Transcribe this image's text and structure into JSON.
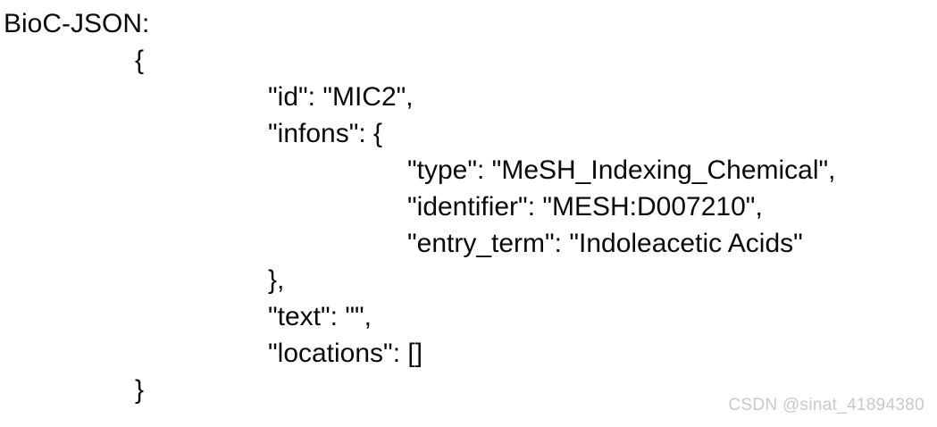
{
  "document": {
    "label": "BioC-JSON:",
    "code_lines": [
      {
        "indent": 1,
        "text": "{"
      },
      {
        "indent": 2,
        "text": "\"id\": \"MIC2\","
      },
      {
        "indent": 2,
        "text": "\"infons\": {"
      },
      {
        "indent": 3,
        "text": "\"type\": \"MeSH_Indexing_Chemical\","
      },
      {
        "indent": 3,
        "text": "\"identifier\": \"MESH:D007210\","
      },
      {
        "indent": 3,
        "text": "\"entry_term\": \"Indoleacetic Acids\""
      },
      {
        "indent": 2,
        "text": "},"
      },
      {
        "indent": 2,
        "text": "\"text\": \"\","
      },
      {
        "indent": 2,
        "text": "\"locations\": []"
      },
      {
        "indent": 1,
        "text": "}"
      }
    ],
    "json_fields": {
      "id": "MIC2",
      "infons": {
        "type": "MeSH_Indexing_Chemical",
        "identifier": "MESH:D007210",
        "entry_term": "Indoleacetic Acids"
      },
      "text": "",
      "locations": []
    }
  },
  "watermark": {
    "text": "CSDN @sinat_41894380",
    "color": "#c9c9c9"
  },
  "colors": {
    "background": "#ffffff",
    "text": "#0a0a0a"
  }
}
